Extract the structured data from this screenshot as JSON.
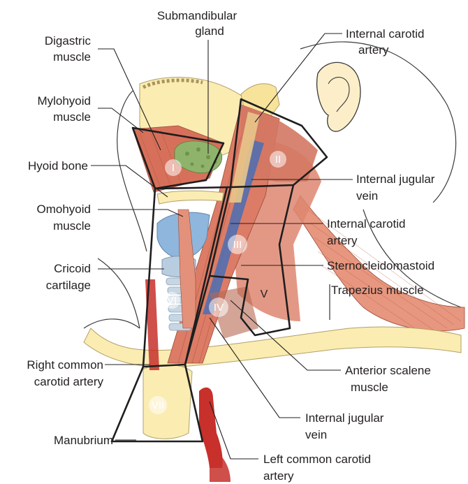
{
  "labels": {
    "submandibular_gland": [
      "Submandibular",
      "gland"
    ],
    "digastric_muscle": [
      "Digastric",
      "muscle"
    ],
    "mylohyoid_muscle": [
      "Mylohyoid",
      "muscle"
    ],
    "hyoid_bone": [
      "Hyoid bone"
    ],
    "omohyoid_muscle": [
      "Omohyoid",
      "muscle"
    ],
    "cricoid_cartilage": [
      "Cricoid",
      "cartilage"
    ],
    "right_common_carotid_artery": [
      "Right common",
      "carotid artery"
    ],
    "manubrium": [
      "Manubrium"
    ],
    "internal_carotid_artery_top": [
      "Internal carotid",
      "artery"
    ],
    "internal_jugular_vein_upper": [
      "Internal jugular",
      "vein"
    ],
    "internal_carotid_artery_mid": [
      "Internal carotid",
      "artery"
    ],
    "sternocleidomastoid": [
      "Sternocleidomastoid"
    ],
    "trapezius_muscle": [
      "Trapezius muscle"
    ],
    "anterior_scalene_muscle": [
      "Anterior scalene",
      "muscle"
    ],
    "internal_jugular_vein_lower": [
      "Internal jugular",
      "vein"
    ],
    "left_common_carotid_artery": [
      "Left common carotid",
      "artery"
    ]
  },
  "levels": {
    "I": "I",
    "II": "II",
    "III": "III",
    "IV": "IV",
    "V": "V",
    "VI": "VI",
    "VII": "VII"
  },
  "colors": {
    "muscle": "#d9735c",
    "muscle_light": "#eaa08d",
    "bone": "#fbecb2",
    "gland": "#8fb36b",
    "vein": "#4a6fb5",
    "artery": "#c7302b",
    "cartilage": "#8fb6dc",
    "zone_line": "#1e1e1e"
  }
}
